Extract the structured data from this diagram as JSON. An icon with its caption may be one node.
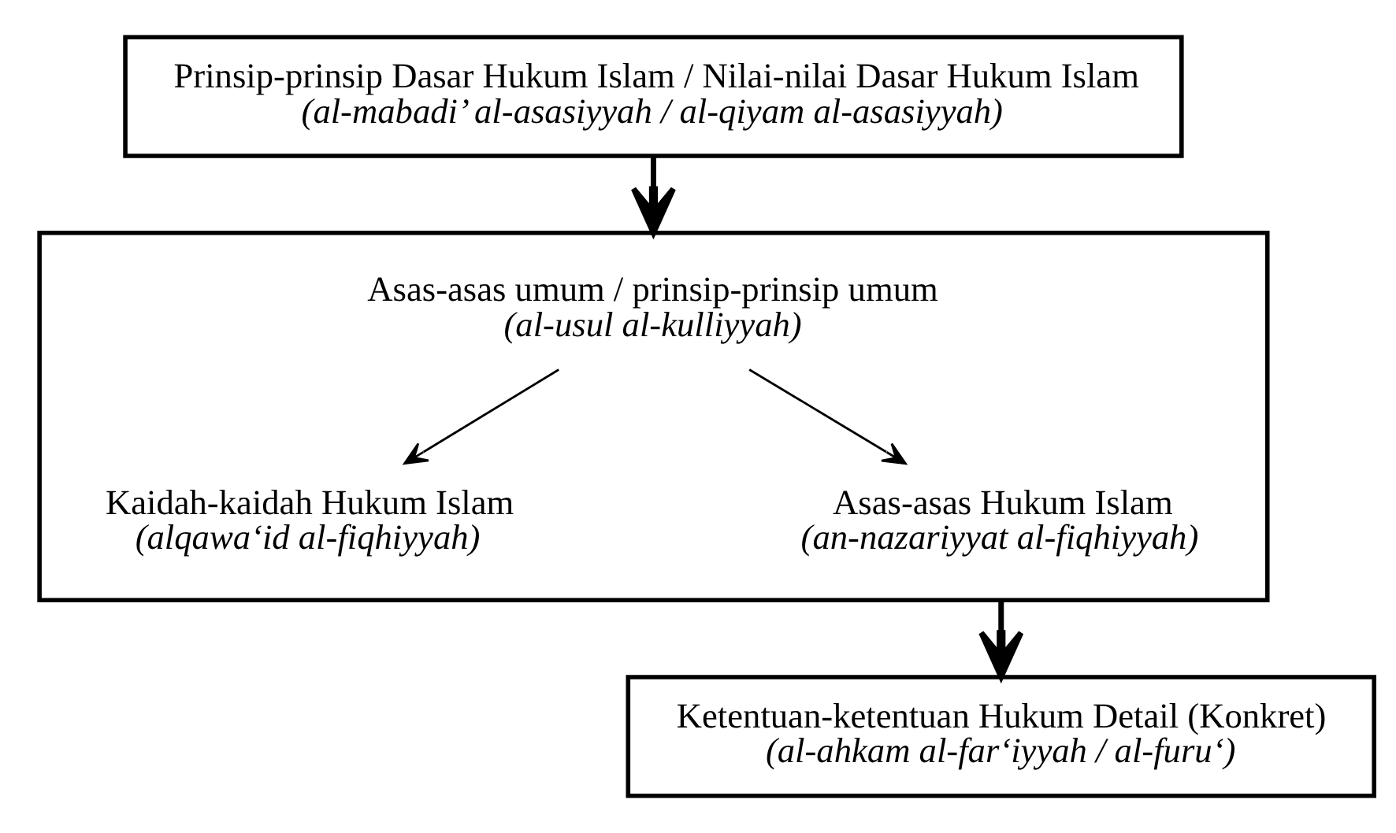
{
  "diagram": {
    "nodes": [
      {
        "text": [
          "Prinsip-prinsip Dasar Hukum Islam / Nilai-nilai Dasar Hukum Islam",
          "(al-mabadi’ al-asasiyyah / al-qiyam al-asasiyyah)"
        ]
      },
      {
        "text": [],
        "shape": "box"
      },
      {
        "text": [
          "Asas-asas umum / prinsip-prinsip umum",
          "(al-usul al-kulliyyah)"
        ],
        "in": 1
      },
      {
        "text": [
          "Kaidah-kaidah Hukum Islam",
          "(alqawa‘id al-fiqhiyyah)"
        ],
        "in": 1
      },
      {
        "text": [
          "Asas-asas Hukum Islam",
          "(an-nazariyyat al-fiqhiyyah)"
        ],
        "in": 1
      },
      {
        "text": [
          "Ketentuan-ketentuan Hukum Detail (Konkret)",
          "(al-ahkam al-far‘iyyah / al-furu‘)"
        ]
      }
    ],
    "edges": [
      {
        "from": 0,
        "to": 1,
        "arrow": "to",
        "style": "thick"
      },
      {
        "from": 2,
        "to": 3,
        "arrow": "to"
      },
      {
        "from": 2,
        "to": 4,
        "arrow": "to"
      },
      {
        "from": 1,
        "to": 5,
        "arrow": "to",
        "style": "thick"
      }
    ]
  }
}
